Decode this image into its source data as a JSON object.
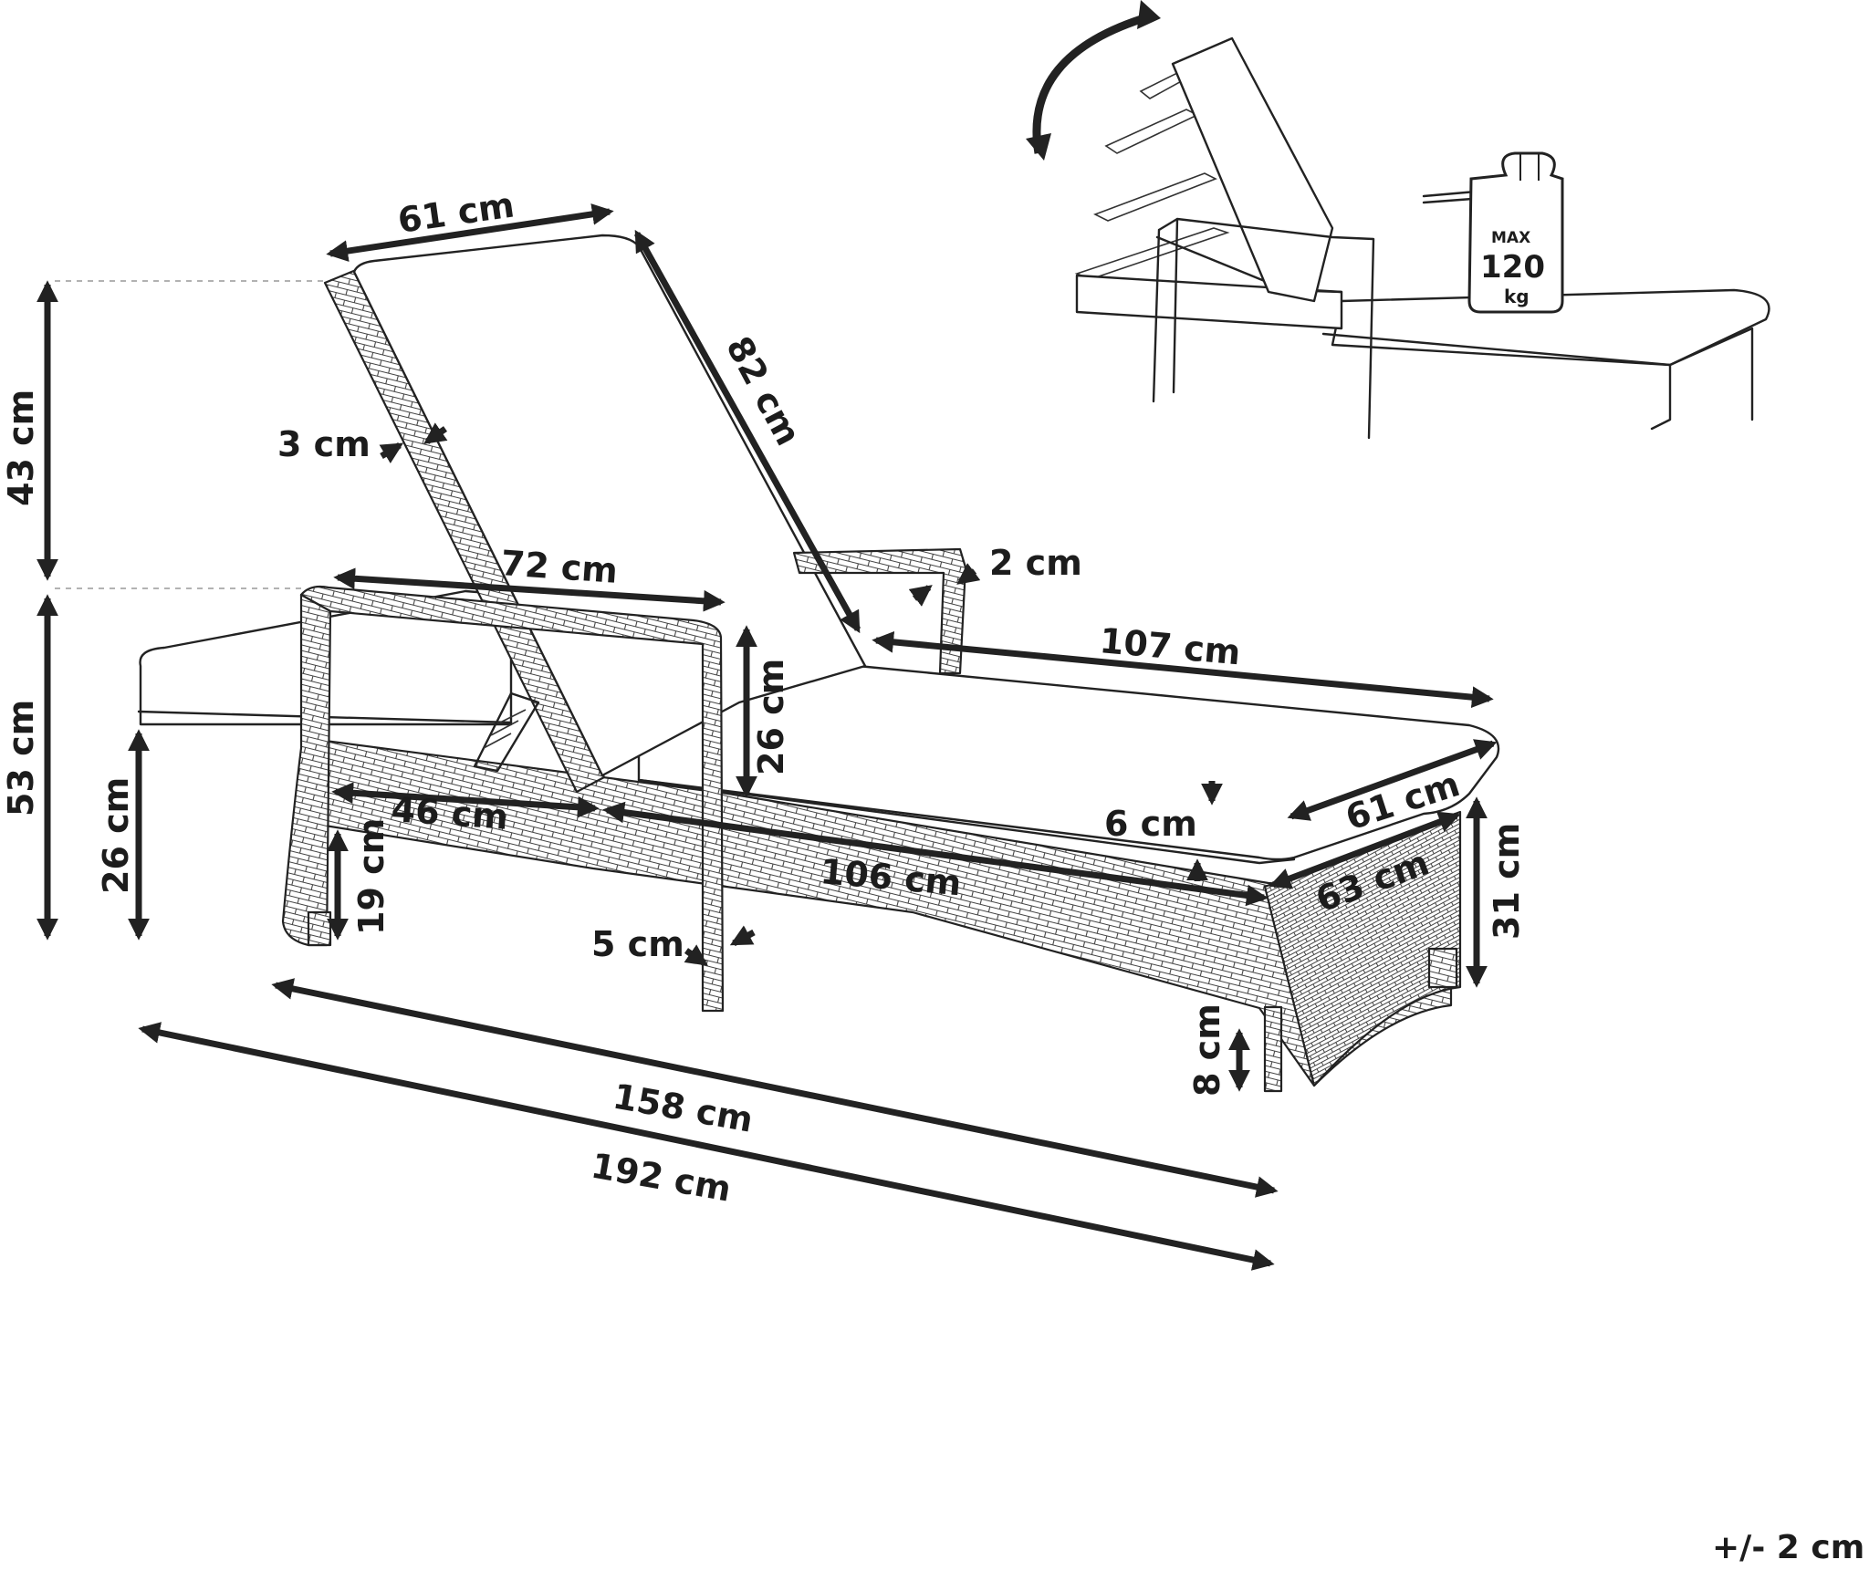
{
  "dimensions": {
    "backrest_width": "61 cm",
    "backrest_length": "82 cm",
    "backrest_height": "43 cm",
    "seat_height_to_armrest": "53 cm",
    "frame_thickness_back": "3 cm",
    "armrest_length": "72 cm",
    "armrest_thickness": "2 cm",
    "seat_length": "107 cm",
    "armrest_height_above_seat": "26 cm",
    "front_seat_length": "46 cm",
    "leg_height_front": "19 cm",
    "seat_height": "26 cm",
    "frame_length": "106 cm",
    "cushion_thickness": "6 cm",
    "cushion_width": "61 cm",
    "frame_width": "63 cm",
    "rear_height": "31 cm",
    "leg_width": "5 cm",
    "ground_clearance": "8 cm",
    "frame_total_length": "158 cm",
    "total_length": "192 cm"
  },
  "weight_badge": {
    "label": "MAX",
    "value": "120",
    "unit": "kg"
  },
  "tolerance": "+/- 2 cm",
  "icons": [
    "rotate-arrow-icon",
    "weight-icon"
  ]
}
